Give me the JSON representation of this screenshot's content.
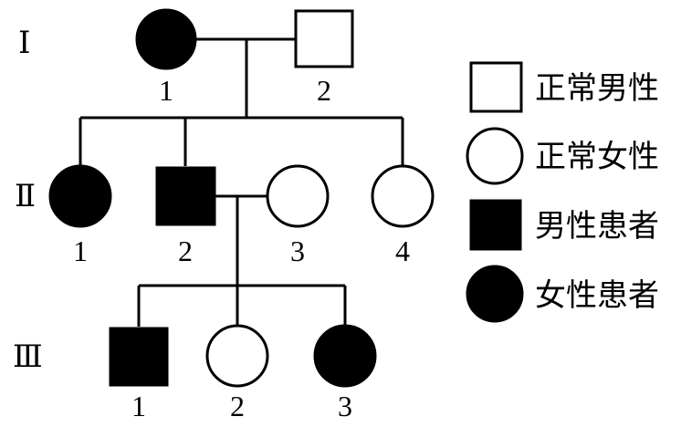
{
  "generations": [
    "Ⅰ",
    "Ⅱ",
    "Ⅲ"
  ],
  "individuals": [
    {
      "id": "I-1",
      "sex": "female",
      "affected": true,
      "label": "1"
    },
    {
      "id": "I-2",
      "sex": "male",
      "affected": false,
      "label": "2"
    },
    {
      "id": "II-1",
      "sex": "female",
      "affected": true,
      "label": "1"
    },
    {
      "id": "II-2",
      "sex": "male",
      "affected": true,
      "label": "2"
    },
    {
      "id": "II-3",
      "sex": "female",
      "affected": false,
      "label": "3"
    },
    {
      "id": "II-4",
      "sex": "female",
      "affected": false,
      "label": "4"
    },
    {
      "id": "III-1",
      "sex": "male",
      "affected": true,
      "label": "1"
    },
    {
      "id": "III-2",
      "sex": "female",
      "affected": false,
      "label": "2"
    },
    {
      "id": "III-3",
      "sex": "female",
      "affected": true,
      "label": "3"
    }
  ],
  "legend": [
    {
      "symbol": "square-open",
      "label": "正常男性"
    },
    {
      "symbol": "circle-open",
      "label": "正常女性"
    },
    {
      "symbol": "square-filled",
      "label": "男性患者"
    },
    {
      "symbol": "circle-filled",
      "label": "女性患者"
    }
  ],
  "colors": {
    "affected": "#000000",
    "unaffected": "#ffffff",
    "stroke": "#000000"
  }
}
